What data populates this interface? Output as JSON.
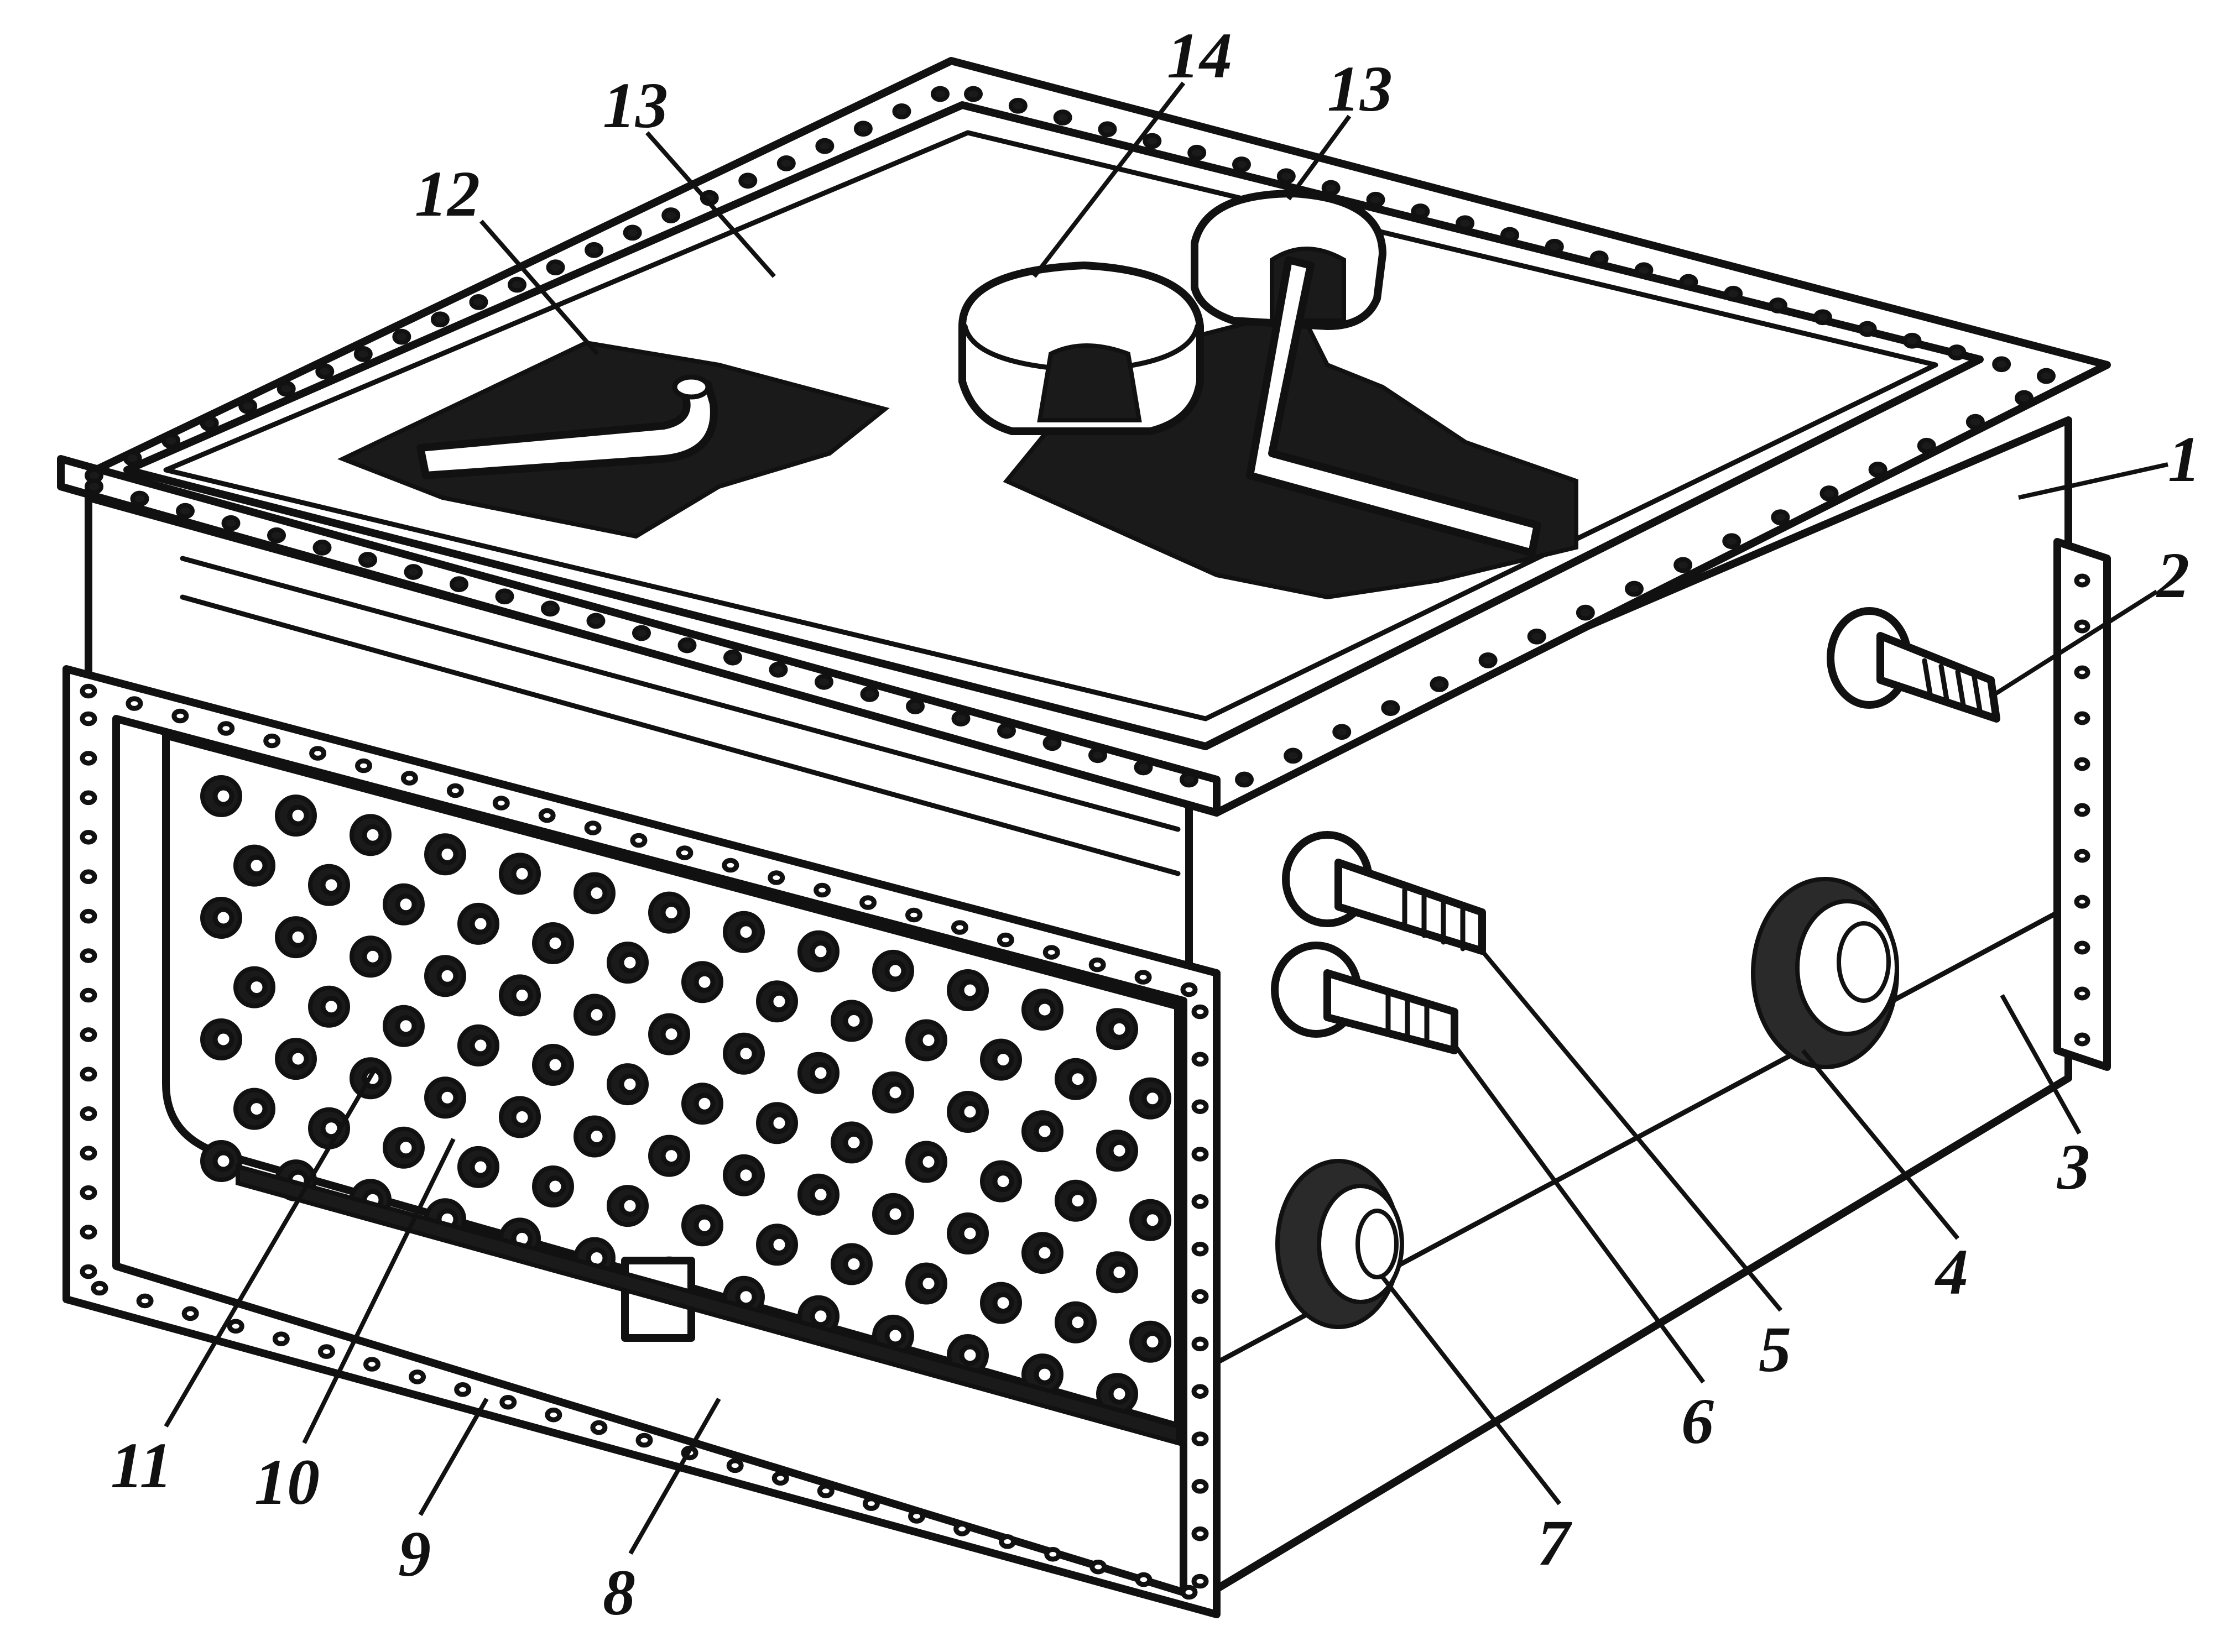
{
  "labels": {
    "l1": "1",
    "l2": "2",
    "l3": "3",
    "l4": "4",
    "l5": "5",
    "l6": "6",
    "l7": "7",
    "l8": "8",
    "l9": "9",
    "l10": "10",
    "l11": "11",
    "l12": "12",
    "l13a": "13",
    "l13b": "13",
    "l14": "14"
  }
}
